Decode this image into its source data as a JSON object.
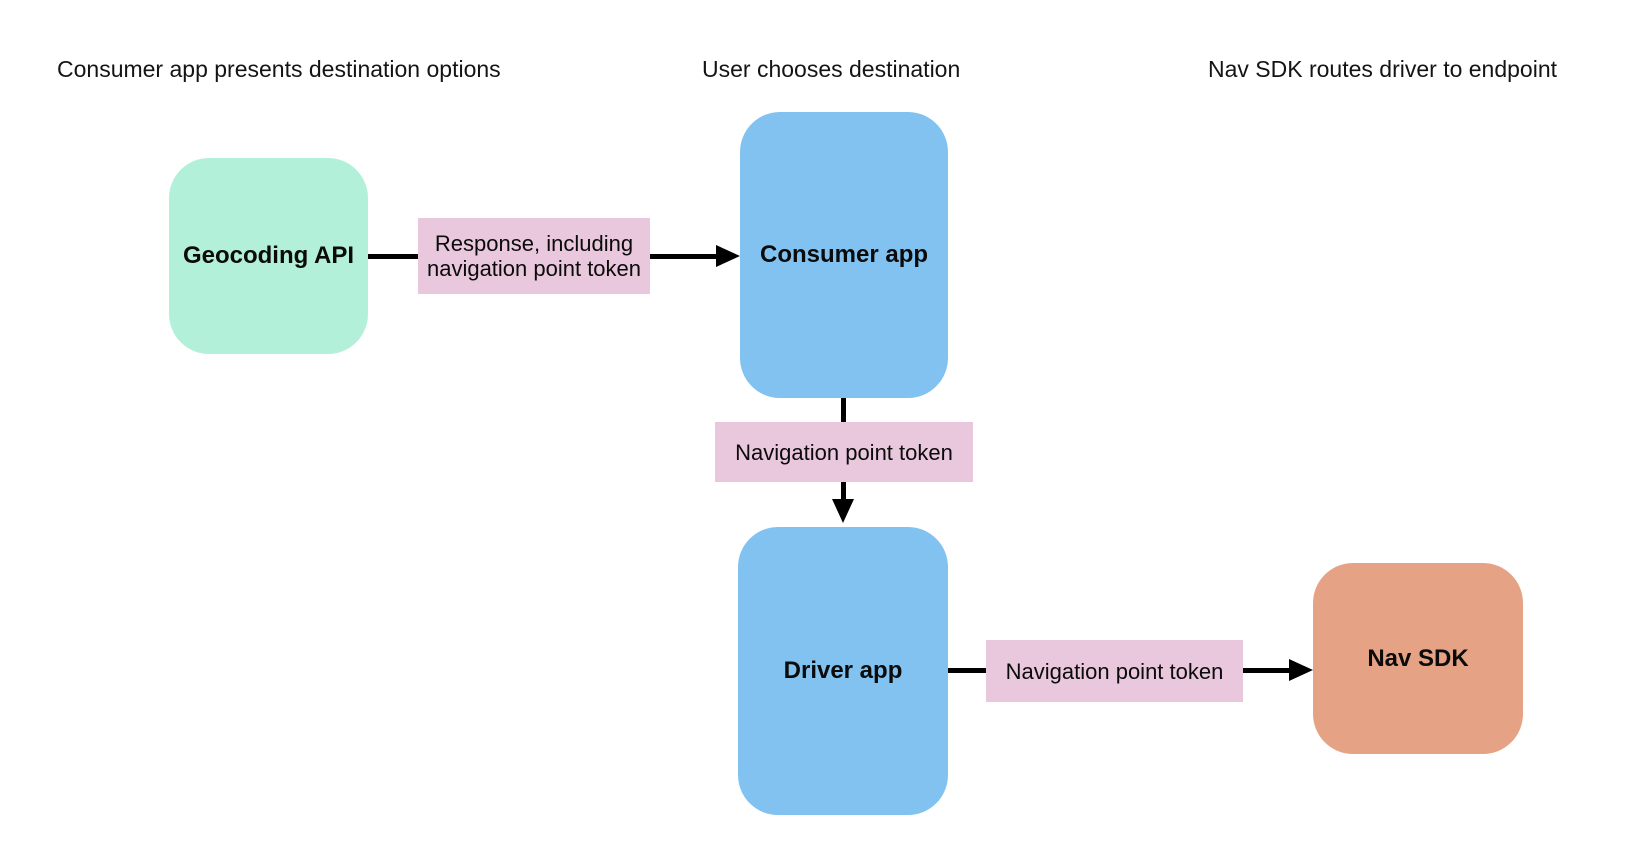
{
  "stage_headings": [
    "Consumer app presents destination options",
    "User chooses destination",
    "Nav SDK routes driver to endpoint"
  ],
  "nodes": {
    "geocoding_api": {
      "label": "Geocoding API",
      "fill": "#b2f0da"
    },
    "consumer_app": {
      "label": "Consumer app",
      "fill": "#82c2f0"
    },
    "driver_app": {
      "label": "Driver app",
      "fill": "#82c2f0"
    },
    "nav_sdk": {
      "label": "Nav SDK",
      "fill": "#e5a285"
    }
  },
  "edges": [
    {
      "from": "Geocoding API",
      "to": "Consumer app",
      "label": "Response, including navigation point token"
    },
    {
      "from": "Consumer app",
      "to": "Driver app",
      "label": "Navigation point token"
    },
    {
      "from": "Driver app",
      "to": "Nav SDK",
      "label": "Navigation point token"
    }
  ],
  "colors": {
    "edge_label_bg": "#e9c8dd",
    "arrow": "#000000",
    "background": "#ffffff",
    "heading_text": "#141414",
    "node_text": "#0b0b0b"
  }
}
